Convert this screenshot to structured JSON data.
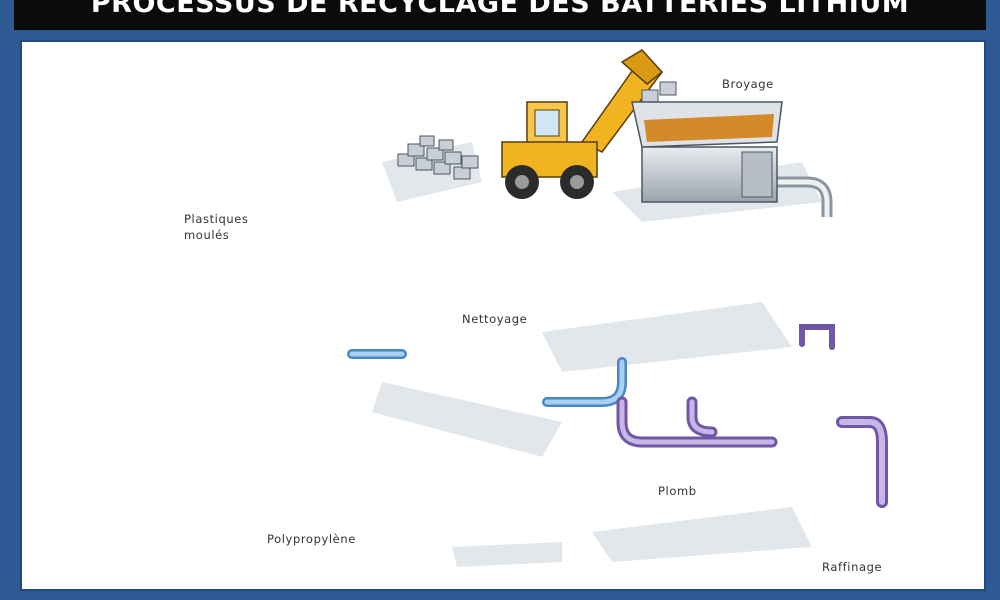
{
  "title": "PROCESSUS DE RECYCLAGE DES BATTERIES LITHIUM",
  "labels": {
    "broyage": "Broyage",
    "plastiques_l1": "Plastiques",
    "plastiques_l2": "moulés",
    "nettoyage": "Nettoyage",
    "plomb": "Plomb",
    "polypropylene": "Polypropylène",
    "raffinage": "Raffinage"
  },
  "colors": {
    "frame": "#2e5a93",
    "title_bg": "#0b0b0b",
    "pipe_blue": "#6aa8dc",
    "pipe_purple": "#9b84c6",
    "loader_yellow": "#f2b321",
    "sack_gold": "#e3b125",
    "arrow_blue": "#49aee0"
  }
}
